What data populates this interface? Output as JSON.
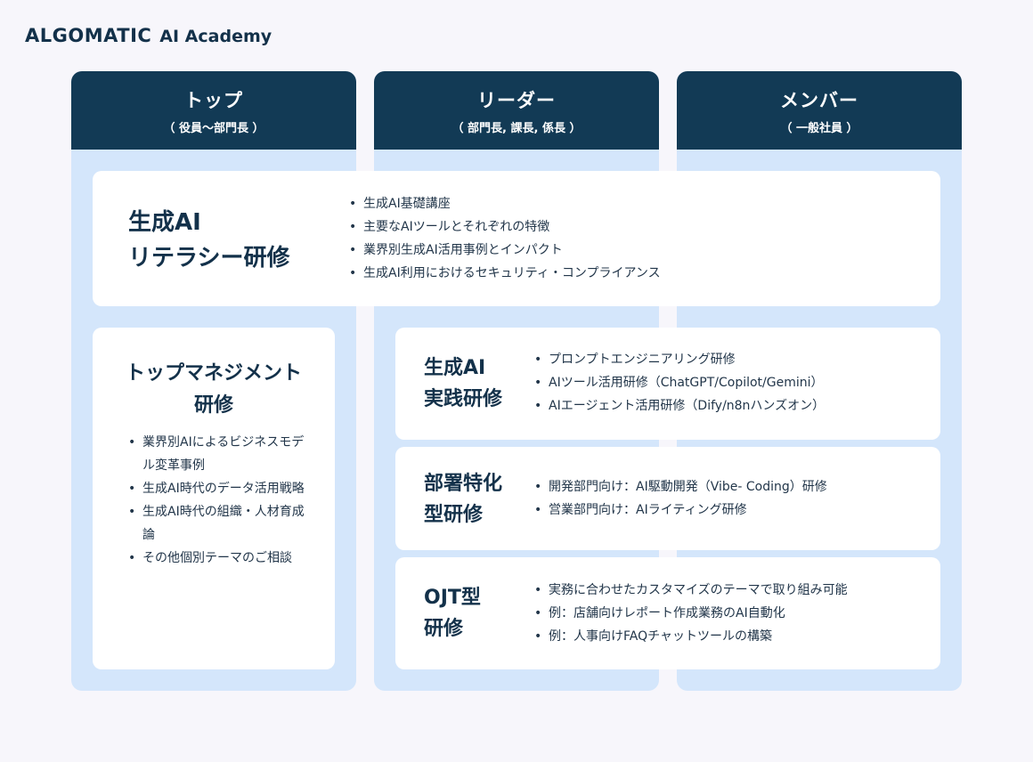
{
  "logo": {
    "brand": "ALGOMATIC",
    "sub": "AI Academy"
  },
  "columns": [
    {
      "title": "トップ",
      "subtitle": "（ 役員～部門長 ）"
    },
    {
      "title": "リーダー",
      "subtitle": "（ 部門長, 課長, 係長 ）"
    },
    {
      "title": "メンバー",
      "subtitle": "（ 一般社員 ）"
    }
  ],
  "cards": {
    "literacy": {
      "title_lines": [
        "生成AI",
        "リテラシー研修"
      ],
      "items": [
        "生成AI基礎講座",
        "主要なAIツールとそれぞれの特徴",
        "業界別生成AI活用事例とインパクト",
        "生成AI利用におけるセキュリティ・コンプライアンス"
      ]
    },
    "top_mgmt": {
      "title_lines": [
        "トップマネジメント",
        "研修"
      ],
      "items": [
        "業界別AIによるビジネスモデル変革事例",
        "生成AI時代のデータ活用戦略",
        "生成AI時代の組織・人材育成論",
        "その他個別テーマのご相談"
      ]
    },
    "practice": {
      "title_lines": [
        "生成AI",
        "実践研修"
      ],
      "items": [
        "プロンプトエンジニアリング研修",
        "AIツール活用研修（ChatGPT/Copilot/Gemini）",
        "AIエージェント活用研修（Dify/n8nハンズオン）"
      ]
    },
    "dept": {
      "title_lines": [
        "部署特化",
        "型研修"
      ],
      "items": [
        "開発部門向け：AI駆動開発（Vibe- Coding）研修",
        "営業部門向け：AIライティング研修"
      ]
    },
    "ojt": {
      "title_lines": [
        "OJT型",
        "研修"
      ],
      "items": [
        "実務に合わせたカスタマイズのテーマで取り組み可能",
        "例：店舗向けレポート作成業務のAI自動化",
        "例：人事向けFAQチャットツールの構築"
      ]
    }
  }
}
